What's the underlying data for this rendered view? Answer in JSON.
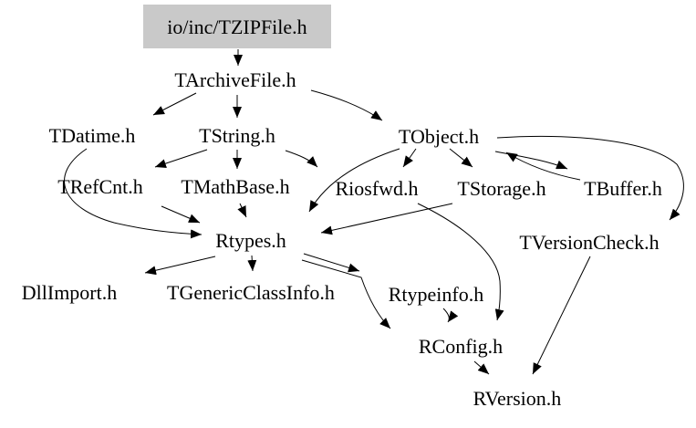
{
  "diagram": {
    "kind": "include-dependency-graph",
    "root_file": "io/inc/TZIPFile.h",
    "colors": {
      "background": "#ffffff",
      "root_node_fill": "#c9c9c9",
      "edge_color": "#000000",
      "text_color": "#000000"
    },
    "nodes": [
      {
        "id": "TZIPFile",
        "label": "io/inc/TZIPFile.h"
      },
      {
        "id": "TArchiveFile",
        "label": "TArchiveFile.h"
      },
      {
        "id": "TDatime",
        "label": "TDatime.h"
      },
      {
        "id": "TString",
        "label": "TString.h"
      },
      {
        "id": "TObject",
        "label": "TObject.h"
      },
      {
        "id": "TRefCnt",
        "label": "TRefCnt.h"
      },
      {
        "id": "TMathBase",
        "label": "TMathBase.h"
      },
      {
        "id": "Riosfwd",
        "label": "Riosfwd.h"
      },
      {
        "id": "TStorage",
        "label": "TStorage.h"
      },
      {
        "id": "TBuffer",
        "label": "TBuffer.h"
      },
      {
        "id": "Rtypes",
        "label": "Rtypes.h"
      },
      {
        "id": "TVersionCheck",
        "label": "TVersionCheck.h"
      },
      {
        "id": "DllImport",
        "label": "DllImport.h"
      },
      {
        "id": "TGenericClassInfo",
        "label": "TGenericClassInfo.h"
      },
      {
        "id": "Rtypeinfo",
        "label": "Rtypeinfo.h"
      },
      {
        "id": "RConfig",
        "label": "RConfig.h"
      },
      {
        "id": "RVersion",
        "label": "RVersion.h"
      }
    ],
    "edges": [
      {
        "from": "io/inc/TZIPFile.h",
        "to": "TArchiveFile.h"
      },
      {
        "from": "TArchiveFile.h",
        "to": "TDatime.h"
      },
      {
        "from": "TArchiveFile.h",
        "to": "TString.h"
      },
      {
        "from": "TArchiveFile.h",
        "to": "TObject.h"
      },
      {
        "from": "TString.h",
        "to": "TRefCnt.h"
      },
      {
        "from": "TString.h",
        "to": "TMathBase.h"
      },
      {
        "from": "TString.h",
        "to": "Riosfwd.h"
      },
      {
        "from": "TDatime.h",
        "to": "Rtypes.h"
      },
      {
        "from": "TRefCnt.h",
        "to": "Rtypes.h"
      },
      {
        "from": "TMathBase.h",
        "to": "Rtypes.h"
      },
      {
        "from": "TObject.h",
        "to": "Rtypes.h"
      },
      {
        "from": "TObject.h",
        "to": "Riosfwd.h"
      },
      {
        "from": "TObject.h",
        "to": "TStorage.h"
      },
      {
        "from": "TObject.h",
        "to": "TBuffer.h"
      },
      {
        "from": "TBuffer.h",
        "to": "TObject.h"
      },
      {
        "from": "TObject.h",
        "to": "TVersionCheck.h"
      },
      {
        "from": "TStorage.h",
        "to": "Rtypes.h"
      },
      {
        "from": "Riosfwd.h",
        "to": "RConfig.h"
      },
      {
        "from": "Rtypes.h",
        "to": "DllImport.h"
      },
      {
        "from": "Rtypes.h",
        "to": "TGenericClassInfo.h"
      },
      {
        "from": "Rtypes.h",
        "to": "Rtypeinfo.h"
      },
      {
        "from": "Rtypes.h",
        "to": "RConfig.h"
      },
      {
        "from": "Rtypeinfo.h",
        "to": "RConfig.h"
      },
      {
        "from": "RConfig.h",
        "to": "RVersion.h"
      },
      {
        "from": "TVersionCheck.h",
        "to": "RVersion.h"
      }
    ]
  }
}
